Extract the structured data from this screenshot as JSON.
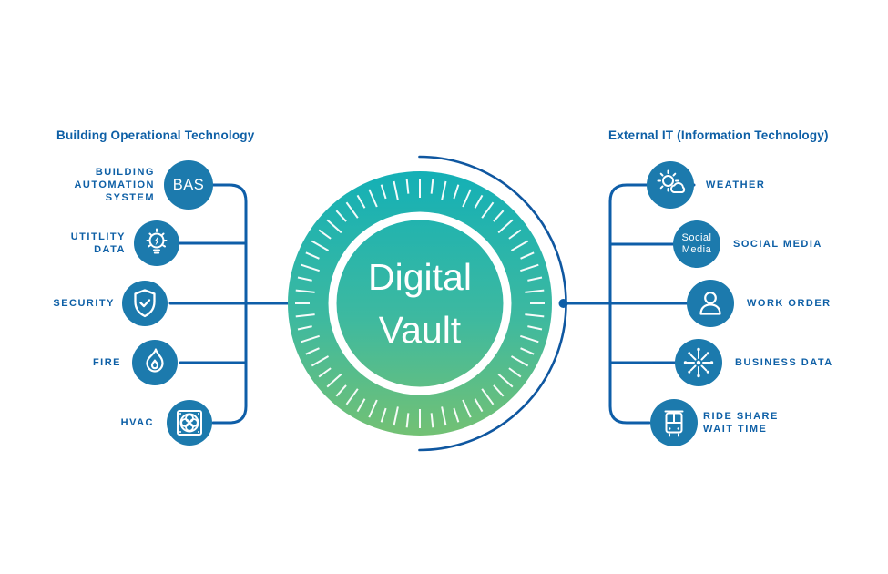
{
  "colors": {
    "wire": "#0e5ea8",
    "arc": "#0f57a0",
    "icon_circle": "#1c7aad",
    "text_blue": "#0d5fa6",
    "gradient_top": "#14b0b6",
    "gradient_bottom": "#73c174",
    "white": "#ffffff"
  },
  "center": {
    "title_line1": "Digital",
    "title_line2": "Vault"
  },
  "left": {
    "header": "Building Operational Technology",
    "items": [
      {
        "label": "BUILDING\nAUTOMATION\nSYSTEM",
        "icon": "bas-badge",
        "badge": "BAS"
      },
      {
        "label": "UTITLITY\nDATA",
        "icon": "lightbulb-icon"
      },
      {
        "label": "SECURITY",
        "icon": "shield-check-icon"
      },
      {
        "label": "FIRE",
        "icon": "flame-icon"
      },
      {
        "label": "HVAC",
        "icon": "fan-icon"
      }
    ]
  },
  "right": {
    "header": "External IT (Information Technology)",
    "items": [
      {
        "label": "WEATHER",
        "icon": "sun-cloud-icon"
      },
      {
        "label": "SOCIAL MEDIA",
        "icon": "social-badge",
        "badge": "Social\nMedia"
      },
      {
        "label": "WORK ORDER",
        "icon": "person-icon"
      },
      {
        "label": "BUSINESS DATA",
        "icon": "network-burst-icon"
      },
      {
        "label": "RIDE SHARE\nWAIT TIME",
        "icon": "bus-icon"
      }
    ]
  }
}
